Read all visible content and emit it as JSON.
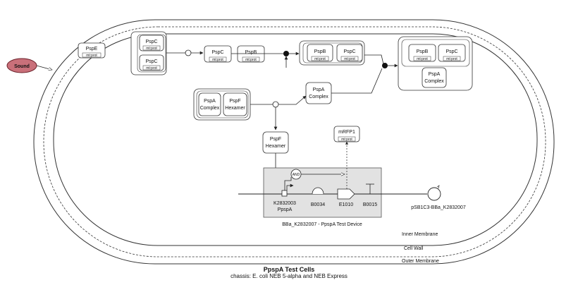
{
  "input_signal": "Sound",
  "membranes": {
    "inner": "Inner Membrane",
    "wall": "Cell Wall",
    "outer": "Outer Membrane"
  },
  "species": {
    "pspe": "PspE",
    "pspc_a": "PspC",
    "pspc_b": "PspC",
    "pspc_mono": "PspC",
    "pspb_mono": "PspB",
    "pspb_pair": "PspB",
    "pspc_pair": "PspC",
    "pspb_final": "PspB",
    "pspc_final": "PspC",
    "pspa_final_l1": "PspA",
    "pspa_final_l2": "Complex",
    "pspa_left_l1": "PspA",
    "pspa_left_l2": "Complex",
    "pspf_left_l1": "PspF",
    "pspf_left_l2": "Hexamer",
    "pspa_mid_l1": "PspA",
    "pspa_mid_l2": "Complex",
    "pspf_free_l1": "PspF",
    "pspf_free_l2": "Hexamer",
    "mrfp1": "mRFP1"
  },
  "tag": "mt:prot",
  "logic_gate": "AND",
  "device": {
    "name": "BBa_K2832007 - PpspA Test Device",
    "promoter_id": "K2832003",
    "promoter_name": "PpspA",
    "rbs": "B0034",
    "cds": "E1010",
    "terminator": "B0015",
    "plasmid": "pSB1C3-BBa_K2832007"
  },
  "caption": {
    "title": "PpspA Test Cells",
    "subtitle": "chassis: E. coli NEB 5-alpha and  NEB Express"
  }
}
